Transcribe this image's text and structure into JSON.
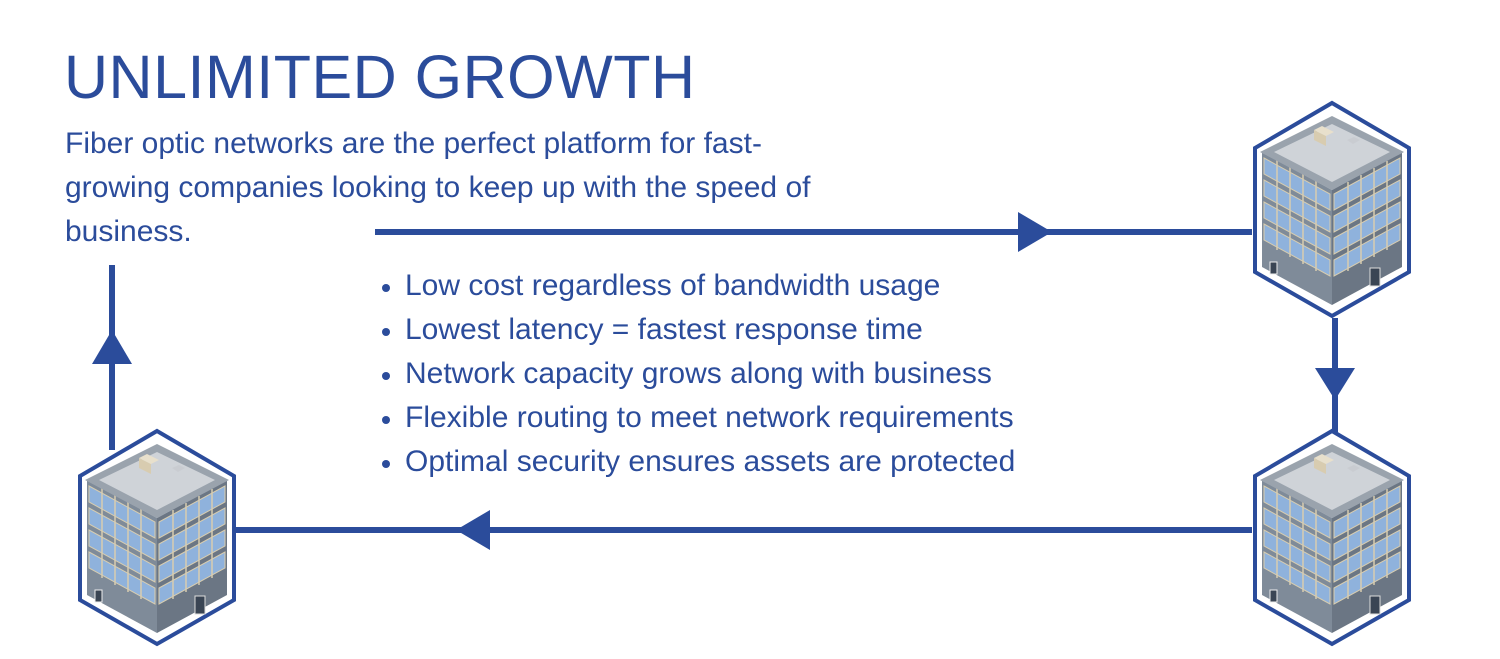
{
  "title": "UNLIMITED GROWTH",
  "intro": "Fiber optic networks are the perfect platform for fast-growing companies looking to keep up with the speed of business.",
  "bullets": [
    "Low cost regardless of bandwidth usage",
    "Lowest latency = fastest response time",
    "Network capacity grows along with business",
    "Flexible routing to meet network requirements",
    "Optimal security ensures assets are protected"
  ],
  "colors": {
    "accent": "#2b4c9b"
  },
  "icons": [
    "building-icon",
    "arrow-right-icon",
    "arrow-down-icon",
    "arrow-left-icon",
    "arrow-up-icon"
  ]
}
